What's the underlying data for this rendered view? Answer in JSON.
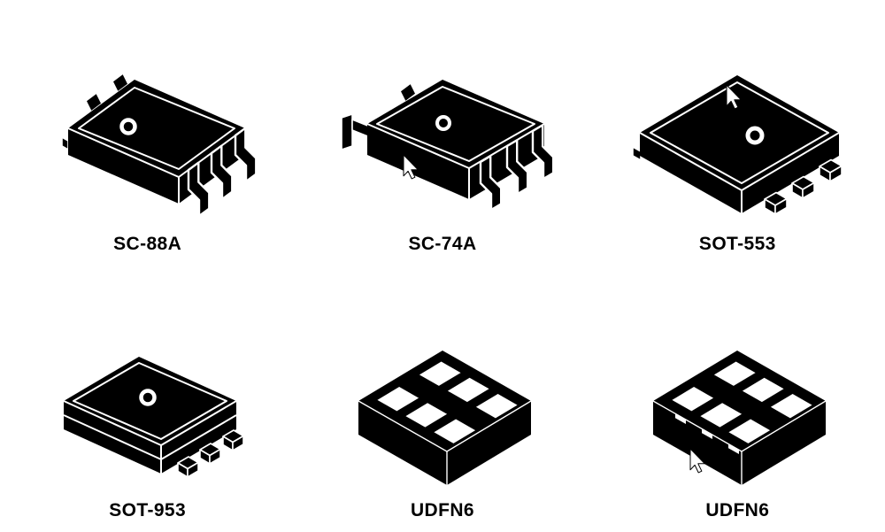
{
  "colors": {
    "background": "#ffffff",
    "package_body": "#000000",
    "package_detail": "#ffffff",
    "label_text": "#000000"
  },
  "packages": [
    {
      "label": "SC-88A",
      "style": "gull-wing leads",
      "pin1_marker": "ring"
    },
    {
      "label": "SC-74A",
      "style": "gull-wing leads",
      "pin1_marker": "ring",
      "overlay": "cursor-icon"
    },
    {
      "label": "SOT-553",
      "style": "flat small leads",
      "pin1_marker": "ring",
      "overlay": "cursor-icon"
    },
    {
      "label": "SOT-953",
      "style": "flat small leads",
      "pin1_marker": "ring"
    },
    {
      "label": "UDFN6",
      "style": "leadless pad array",
      "pad_count": 6
    },
    {
      "label": "UDFN6",
      "style": "leadless pad array",
      "pad_count": 6,
      "overlay": "cursor-icon"
    }
  ]
}
